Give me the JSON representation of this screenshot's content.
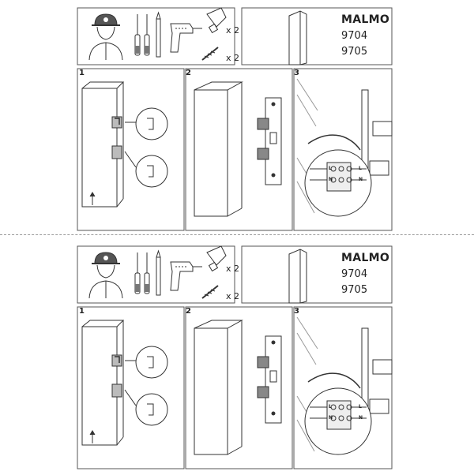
{
  "sheets": [
    {
      "model": {
        "name": "MALMO",
        "codes": [
          "9704",
          "9705"
        ]
      },
      "quantities": [
        "x 2",
        "x 2"
      ],
      "steps": [
        "1",
        "2",
        "3"
      ],
      "terminals": [
        "L",
        "N",
        "L",
        "N"
      ]
    },
    {
      "model": {
        "name": "MALMO",
        "codes": [
          "9704",
          "9705"
        ]
      },
      "quantities": [
        "x 2",
        "x 2"
      ],
      "steps": [
        "1",
        "2",
        "3"
      ],
      "terminals": [
        "L",
        "N",
        "L",
        "N"
      ]
    }
  ],
  "colors": {
    "line": "#333333",
    "frame": "#555555",
    "cut_line": "#9a9a9a"
  },
  "icons": [
    "electrician-helmet-icon",
    "screwdriver-icon",
    "pencil-icon",
    "drill-icon",
    "bulb-gu10-icon",
    "screw-plug-icon"
  ]
}
